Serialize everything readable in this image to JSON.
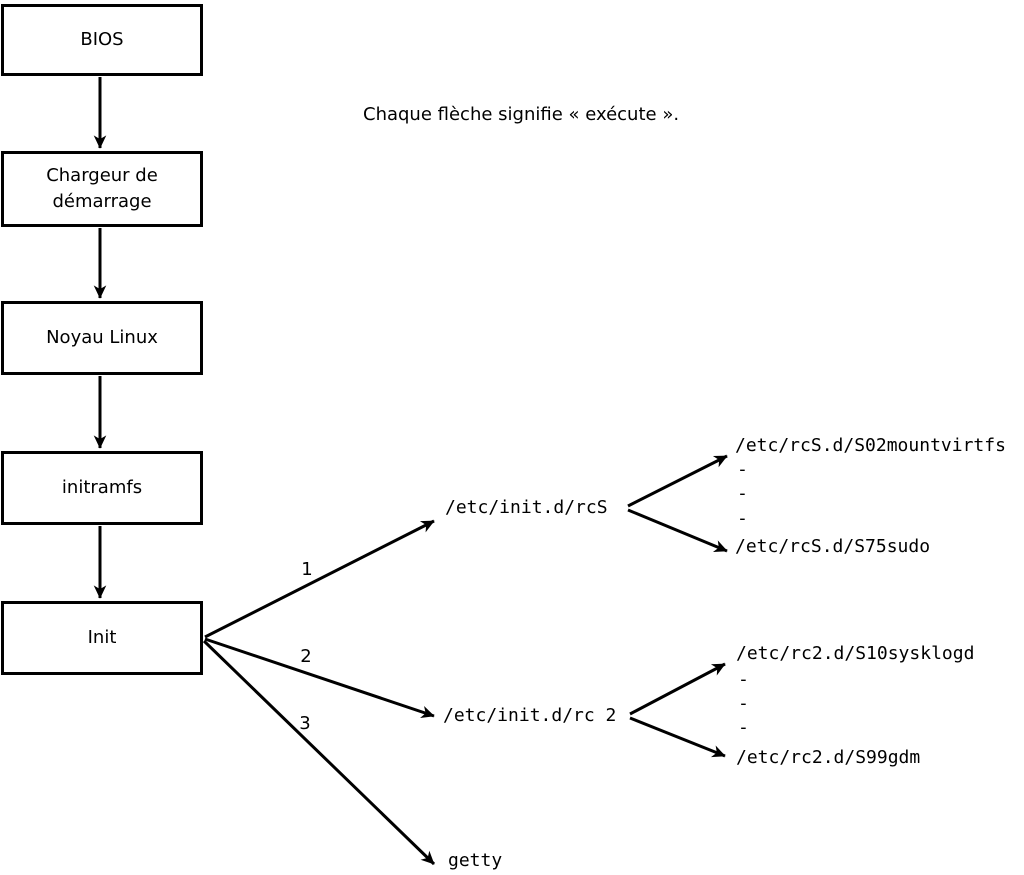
{
  "diagram": {
    "title_note": "Chaque flèche signifie « exécute ».",
    "colors": {
      "ink": "#000000",
      "background": "#ffffff"
    },
    "chain": [
      {
        "label": "BIOS"
      },
      {
        "label": "Chargeur de\ndémarrage"
      },
      {
        "label": "Noyau Linux"
      },
      {
        "label": "initramfs"
      },
      {
        "label": "Init"
      }
    ],
    "init_branches": [
      {
        "number": "1",
        "target": "/etc/init.d/rcS"
      },
      {
        "number": "2",
        "target": "/etc/init.d/rc 2"
      },
      {
        "number": "3",
        "target": "getty"
      }
    ],
    "rcs_scripts": {
      "first": "/etc/rcS.d/S02mountvirtfs",
      "dots": [
        "-",
        "-",
        "-"
      ],
      "last": "/etc/rcS.d/S75sudo"
    },
    "rc2_scripts": {
      "first": "/etc/rc2.d/S10sysklogd",
      "dots": [
        "-",
        "-",
        "-"
      ],
      "last": "/etc/rc2.d/S99gdm"
    }
  }
}
